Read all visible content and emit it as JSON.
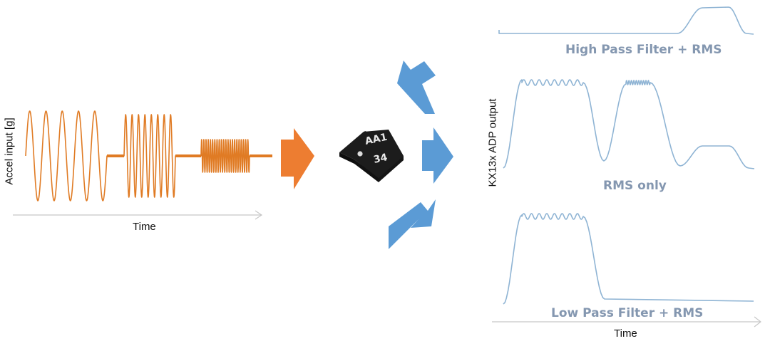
{
  "input_panel": {
    "y_axis_label": "Accel input [g]",
    "x_axis_label": "Time"
  },
  "chip": {
    "line1": "AA1",
    "line2": "34"
  },
  "output_panel": {
    "y_axis_label": "KX13x ADP output",
    "x_axis_label": "Time",
    "traces": [
      {
        "label": "High Pass Filter + RMS"
      },
      {
        "label": "RMS only"
      },
      {
        "label": "Low Pass Filter + RMS"
      }
    ]
  },
  "colors": {
    "signal": "#e07b24",
    "input_arrow": "#ed7d31",
    "output_arrows": "#5b9bd5",
    "trace": "#8fb4d4",
    "trace_label": "#8497b0",
    "axis": "#c8c8c8",
    "chip_body": "#1c1c1c"
  }
}
